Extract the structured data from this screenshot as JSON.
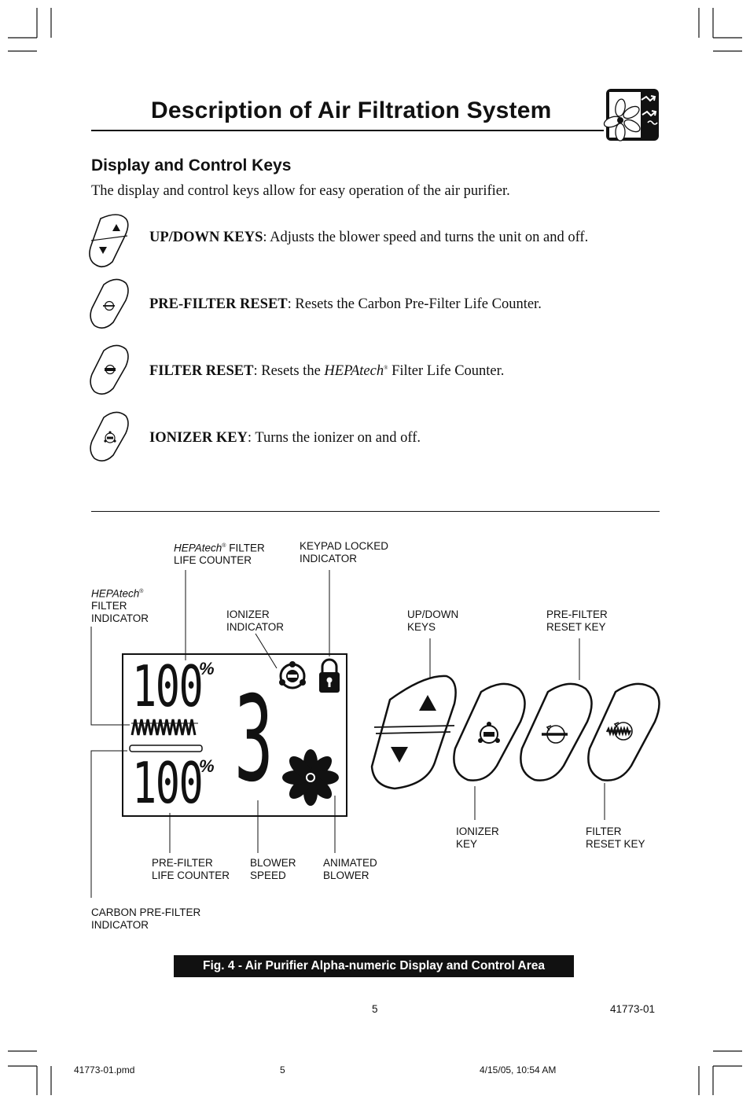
{
  "header": {
    "title": "Description of Air Filtration System",
    "section_heading": "Display and Control Keys",
    "intro": "The display and control keys allow for easy operation of the air purifier."
  },
  "keys": [
    {
      "name": "UP/DOWN KEYS",
      "sep": ":",
      "desc": "  Adjusts the blower speed and turns the unit on and off."
    },
    {
      "name": "PRE-FILTER RESET",
      "sep": ":",
      "desc": "  Resets the Carbon Pre-Filter Life Counter."
    },
    {
      "name": "FILTER RESET",
      "sep": ":",
      "desc_before": "  Resets the ",
      "desc_italic": "HEPAtech",
      "reg": "®",
      "desc_after": " Filter Life Counter."
    },
    {
      "name": "IONIZER KEY",
      "sep": ":",
      "desc": "  Turns the ionizer on and off."
    }
  ],
  "figure": {
    "labels": {
      "hepatech_counter_brand": "HEPAtech",
      "hepatech_counter_rest": " FILTER",
      "hepatech_counter_line2": "LIFE COUNTER",
      "keypad_locked": "KEYPAD LOCKED\nINDICATOR",
      "hepatech_indicator_brand": "HEPAtech",
      "hepatech_indicator_rest": "FILTER\nINDICATOR",
      "ionizer_indicator": "IONIZER\nINDICATOR",
      "updown_keys": "UP/DOWN\nKEYS",
      "prefilter_reset_key": "PRE-FILTER\nRESET KEY",
      "ionizer_key": "IONIZER\nKEY",
      "filter_reset_key": "FILTER\nRESET KEY",
      "prefilter_life_counter": "PRE-FILTER\nLIFE COUNTER",
      "blower_speed": "BLOWER\nSPEED",
      "animated_blower": "ANIMATED\nBLOWER",
      "carbon_prefilter_indicator": "CARBON PRE-FILTER\nINDICATOR",
      "reg": "®"
    },
    "display": {
      "top_counter": "100",
      "bottom_counter": "100",
      "percent": "%",
      "speed": "3"
    },
    "caption": "Fig. 4 - Air Purifier Alpha-numeric Display and Control Area"
  },
  "page": {
    "number": "5",
    "doc_id": "41773-01"
  },
  "footer": {
    "file": "41773-01.pmd",
    "page": "5",
    "timestamp": "4/15/05, 10:54 AM"
  },
  "icons": [
    "fan-logo-icon",
    "up-down-key-icon",
    "pre-filter-reset-icon",
    "filter-reset-icon",
    "ionizer-key-icon",
    "lock-icon",
    "ionizer-indicator-icon",
    "blower-fan-icon"
  ]
}
